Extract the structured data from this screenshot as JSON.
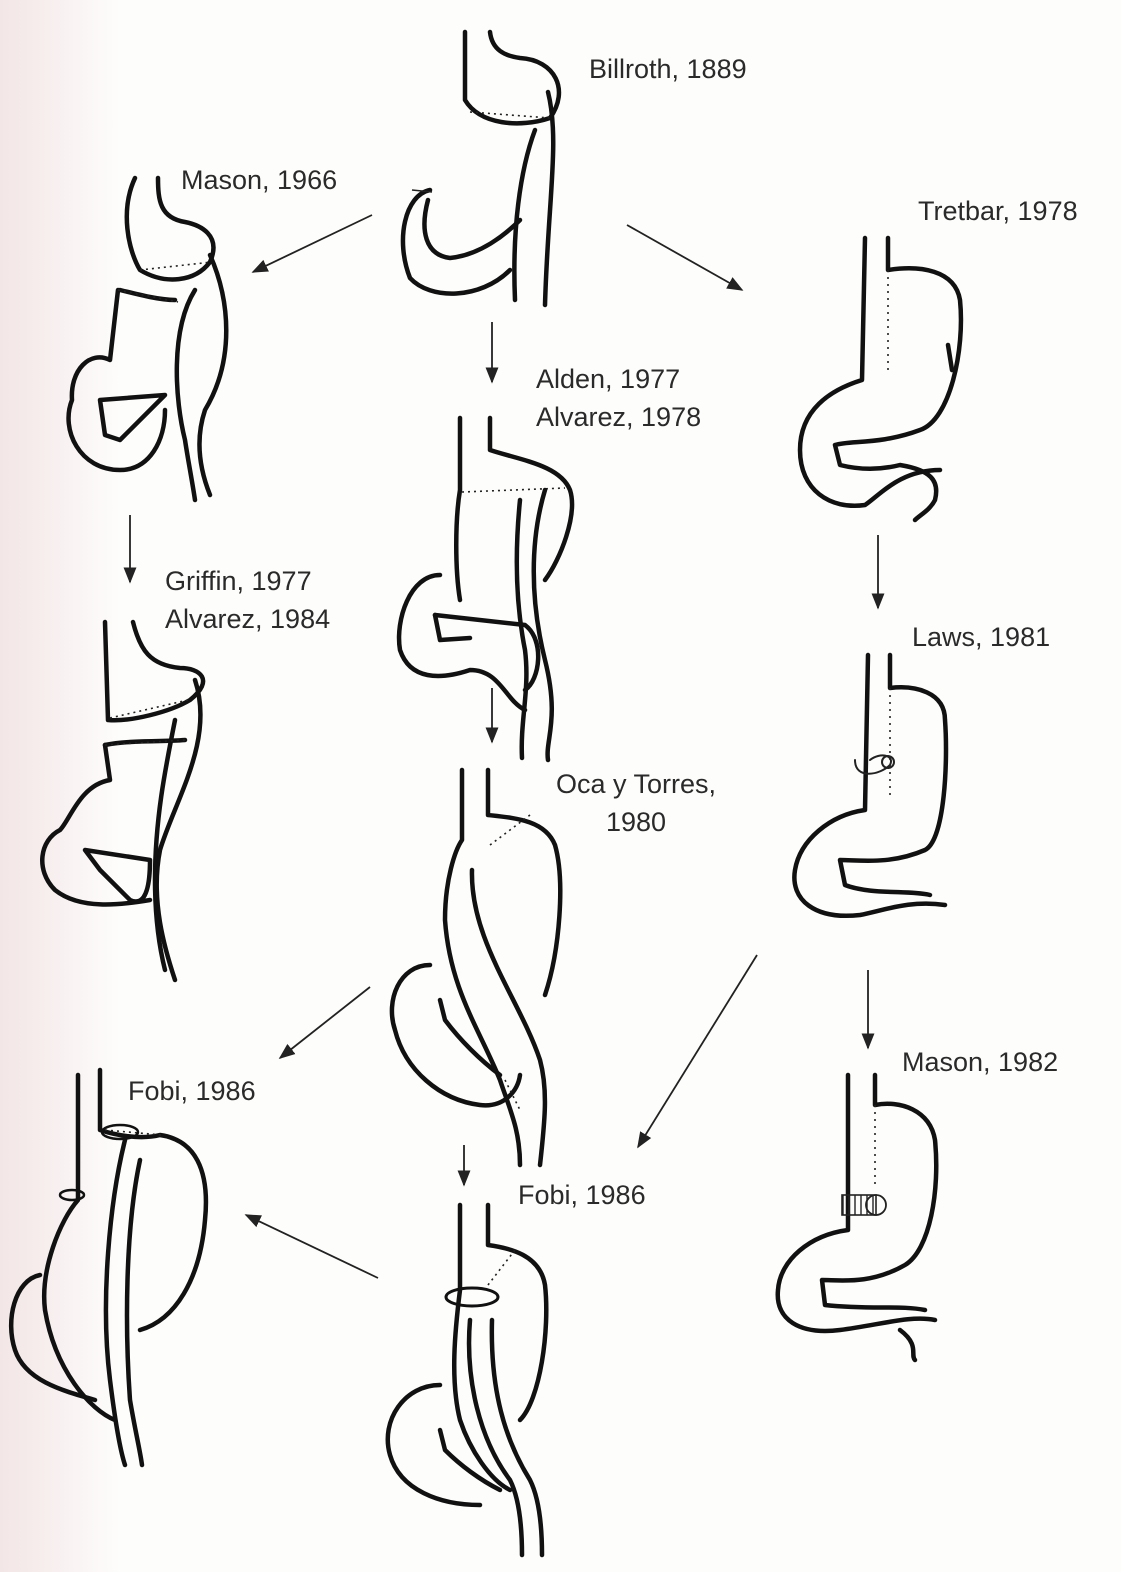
{
  "procedures": [
    {
      "id": "billroth",
      "lines": [
        "Billroth, 1889"
      ]
    },
    {
      "id": "mason-1966",
      "lines": [
        "Mason, 1966"
      ]
    },
    {
      "id": "tretbar",
      "lines": [
        "Tretbar, 1978"
      ]
    },
    {
      "id": "alden",
      "lines": [
        "Alden, 1977",
        "Alvarez, 1978"
      ]
    },
    {
      "id": "griffin",
      "lines": [
        "Griffin, 1977",
        "Alvarez, 1984"
      ]
    },
    {
      "id": "laws",
      "lines": [
        "Laws, 1981"
      ]
    },
    {
      "id": "oca",
      "lines": [
        "Oca y Torres,",
        "1980"
      ]
    },
    {
      "id": "mason-1982",
      "lines": [
        "Mason, 1982"
      ]
    },
    {
      "id": "fobi-left",
      "lines": [
        "Fobi, 1986"
      ]
    },
    {
      "id": "fobi-center",
      "lines": [
        "Fobi, 1986"
      ]
    }
  ],
  "arrows": [
    {
      "from": "billroth",
      "to": "mason-1966"
    },
    {
      "from": "billroth",
      "to": "tretbar"
    },
    {
      "from": "billroth",
      "to": "alden"
    },
    {
      "from": "mason-1966",
      "to": "griffin"
    },
    {
      "from": "tretbar",
      "to": "laws"
    },
    {
      "from": "alden",
      "to": "oca"
    },
    {
      "from": "laws",
      "to": "mason-1982"
    },
    {
      "from": "oca",
      "to": "fobi-left"
    },
    {
      "from": "laws",
      "to": "fobi-center"
    },
    {
      "from": "oca",
      "to": "fobi-center"
    },
    {
      "from": "fobi-center",
      "to": "fobi-left"
    }
  ]
}
